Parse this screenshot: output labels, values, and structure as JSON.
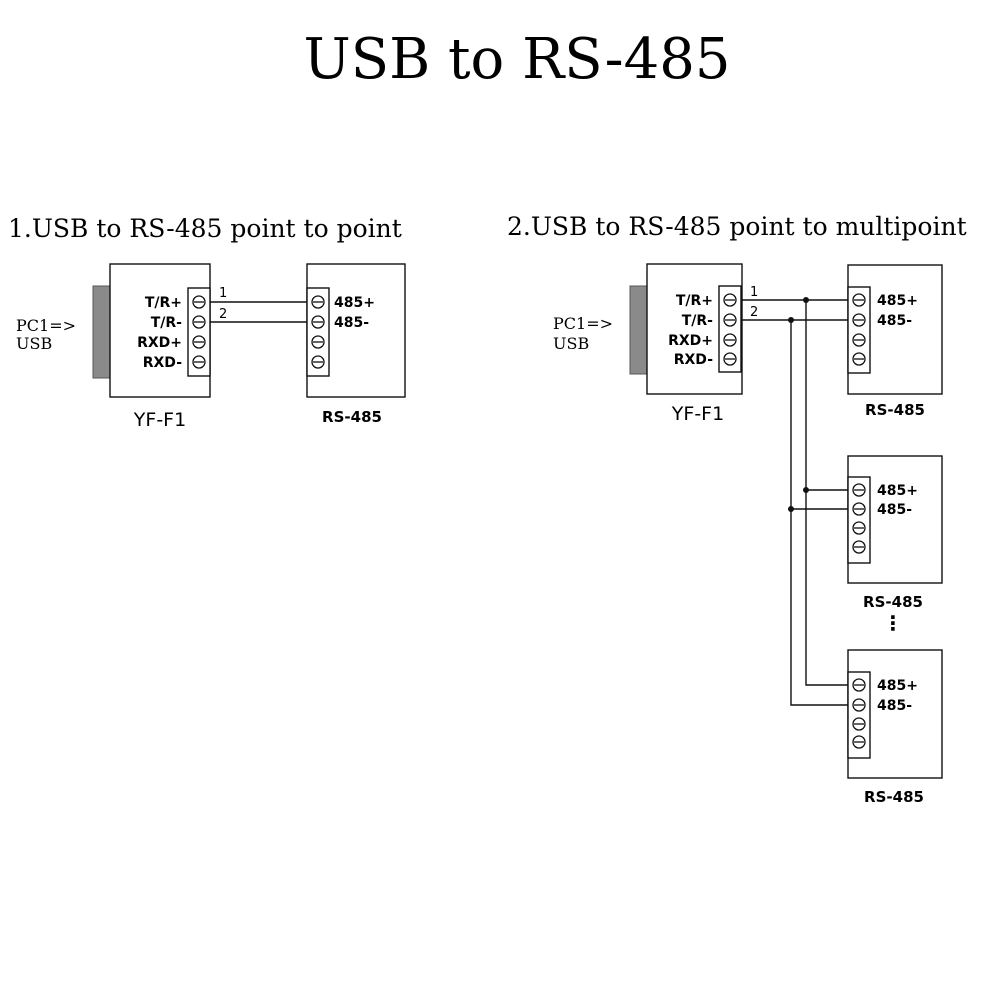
{
  "title": "USB to RS-485",
  "diagrams": {
    "point_to_point": {
      "heading": "1.USB to RS-485 point to point",
      "pc_label_line1": "PC1=>",
      "pc_label_line2": "USB",
      "converter": {
        "name": "YF-F1",
        "pins": [
          "T/R+",
          "T/R-",
          "RXD+",
          "RXD-"
        ]
      },
      "wires": [
        "1",
        "2"
      ],
      "device": {
        "name": "RS-485",
        "pins": [
          "485+",
          "485-"
        ]
      }
    },
    "point_to_multipoint": {
      "heading": "2.USB to RS-485 point to multipoint",
      "pc_label_line1": "PC1=>",
      "pc_label_line2": "USB",
      "converter": {
        "name": "YF-F1",
        "pins": [
          "T/R+",
          "T/R-",
          "RXD+",
          "RXD-"
        ]
      },
      "wires": [
        "1",
        "2"
      ],
      "devices": [
        {
          "name": "RS-485",
          "pins": [
            "485+",
            "485-"
          ]
        },
        {
          "name": "RS-485",
          "pins": [
            "485+",
            "485-"
          ]
        },
        {
          "name": "RS-485",
          "pins": [
            "485+",
            "485-"
          ]
        }
      ],
      "ellipsis": "⋮"
    }
  }
}
